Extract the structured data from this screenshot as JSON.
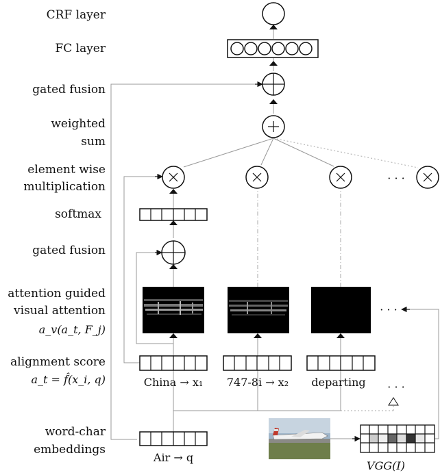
{
  "layer_labels": {
    "crf": "CRF layer",
    "fc": "FC layer",
    "gated_fusion_top": "gated fusion",
    "weighted_sum_1": "weighted",
    "weighted_sum_2": "sum",
    "elementwise_1": "element wise",
    "elementwise_2": "multiplication",
    "softmax": "softmax",
    "gated_fusion_mid": "gated fusion",
    "attention_1": "attention guided",
    "attention_2": "visual attention",
    "attention_3": "a_v(a_t, F_j)",
    "alignment_1": "alignment score",
    "alignment_2": "a_t = f̂(x_i, q)",
    "embed_1": "word-char",
    "embed_2": "embeddings"
  },
  "tokens": {
    "t1": "China → x₁",
    "t2": "747-8i → x₂",
    "t3": "departing",
    "query": "Air → q",
    "vgg": "VGG(I)"
  },
  "ellipsis": "· · ·",
  "operators": {
    "multiply": "⊗",
    "sum": "⊕"
  }
}
